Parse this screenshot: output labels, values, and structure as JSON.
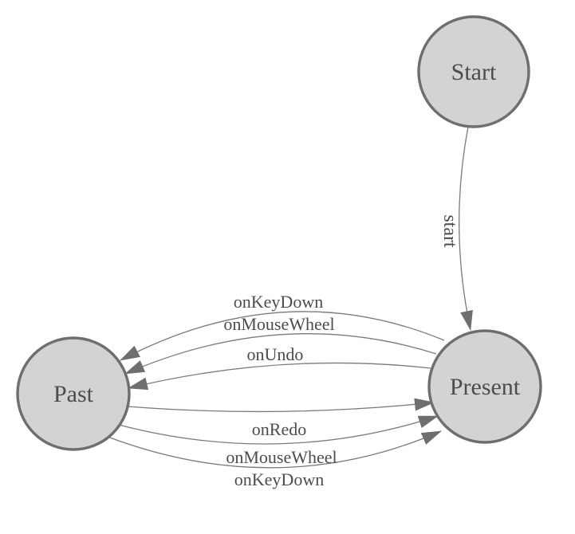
{
  "diagram": {
    "title": "undo-redo state diagram",
    "background_color": "#ffffff",
    "node_fill_color": "#d3d3d3",
    "node_border_color": "#6e6e6e",
    "edge_line_color": "#7a7a7a",
    "arrowhead_color": "#6e6e6e",
    "text_color": "#4c4c4c",
    "nodes": [
      {
        "id": "start",
        "label": "Start"
      },
      {
        "id": "present",
        "label": "Present"
      },
      {
        "id": "past",
        "label": "Past"
      }
    ],
    "edges": [
      {
        "from": "Start",
        "to": "Present",
        "label": "start",
        "label_rotated_90deg": true
      },
      {
        "from": "Present",
        "to": "Past",
        "label": "onKeyDown",
        "label_rotated_90deg": false
      },
      {
        "from": "Present",
        "to": "Past",
        "label": "onMouseWheel",
        "label_rotated_90deg": false
      },
      {
        "from": "Present",
        "to": "Past",
        "label": "onUndo",
        "label_rotated_90deg": false
      },
      {
        "from": "Past",
        "to": "Present",
        "label": "onRedo",
        "label_rotated_90deg": false
      },
      {
        "from": "Past",
        "to": "Present",
        "label": "onMouseWheel",
        "label_rotated_90deg": false
      },
      {
        "from": "Past",
        "to": "Present",
        "label": "onKeyDown",
        "label_rotated_90deg": false
      }
    ]
  }
}
